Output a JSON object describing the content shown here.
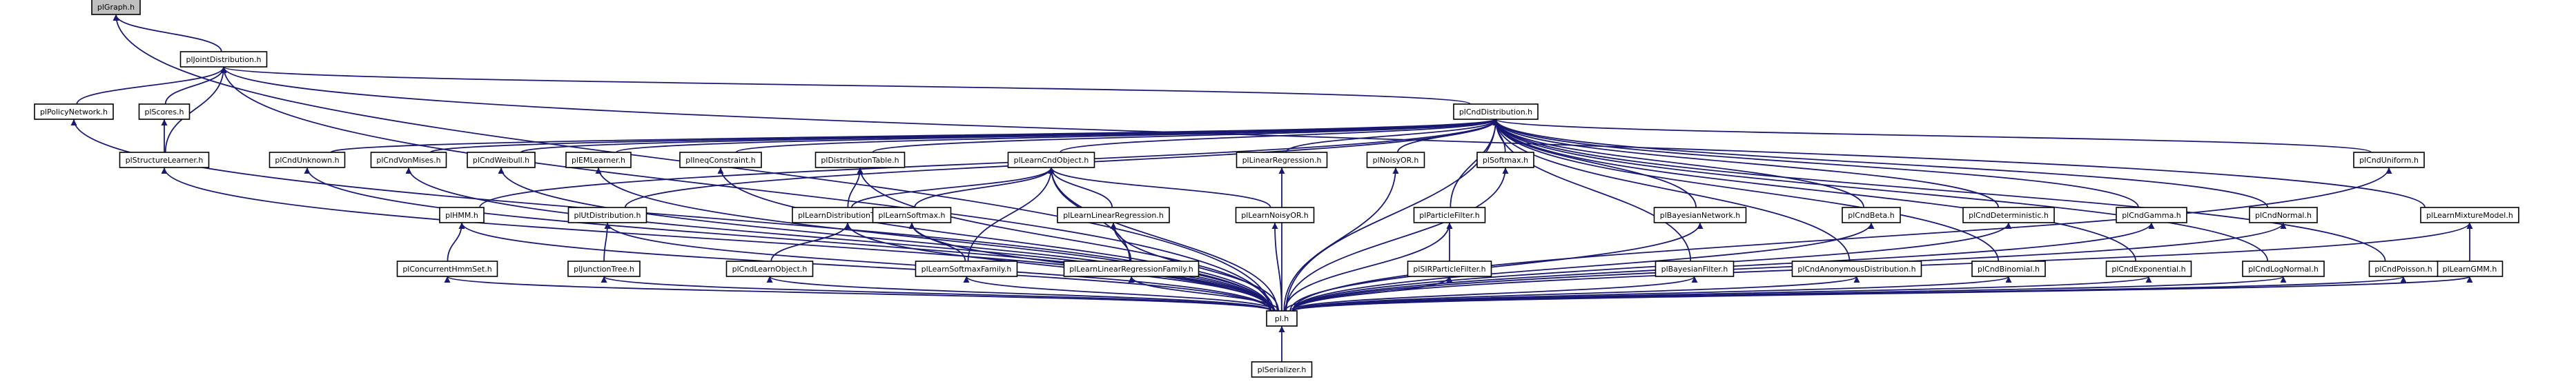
{
  "graph": {
    "nodes": [
      {
        "id": "plGraph",
        "label": "plGraph.h",
        "root": true
      },
      {
        "id": "plJointDistribution",
        "label": "plJointDistribution.h"
      },
      {
        "id": "plPolicyNetwork",
        "label": "plPolicyNetwork.h"
      },
      {
        "id": "plScores",
        "label": "plScores.h"
      },
      {
        "id": "plStructureLearner",
        "label": "plStructureLearner.h"
      },
      {
        "id": "plCndDistribution",
        "label": "plCndDistribution.h"
      },
      {
        "id": "plLearnMixtureModel",
        "label": "plLearnMixtureModel.h"
      },
      {
        "id": "plLearnGMM",
        "label": "plLearnGMM.h"
      },
      {
        "id": "plCndUnknown",
        "label": "plCndUnknown.h"
      },
      {
        "id": "plCndVonMises",
        "label": "plCndVonMises.h"
      },
      {
        "id": "plCndWeibull",
        "label": "plCndWeibull.h"
      },
      {
        "id": "plEMLearner",
        "label": "plEMLearner.h"
      },
      {
        "id": "plIneqConstraint",
        "label": "plIneqConstraint.h"
      },
      {
        "id": "plDistributionTable",
        "label": "plDistributionTable.h"
      },
      {
        "id": "plLearnCndObject",
        "label": "plLearnCndObject.h"
      },
      {
        "id": "plLinearRegression",
        "label": "plLinearRegression.h"
      },
      {
        "id": "plNoisyOR",
        "label": "plNoisyOR.h"
      },
      {
        "id": "plSoftmax",
        "label": "plSoftmax.h"
      },
      {
        "id": "plCndUniform",
        "label": "plCndUniform.h"
      },
      {
        "id": "plHMM",
        "label": "plHMM.h"
      },
      {
        "id": "plUtDistribution",
        "label": "plUtDistribution.h"
      },
      {
        "id": "plLearnDistributionTable",
        "label": "plLearnDistributionTable.h"
      },
      {
        "id": "plLearnSoftmax",
        "label": "plLearnSoftmax.h"
      },
      {
        "id": "plLearnLinearRegression",
        "label": "plLearnLinearRegression.h"
      },
      {
        "id": "plLearnNoisyOR",
        "label": "plLearnNoisyOR.h"
      },
      {
        "id": "plParticleFilter",
        "label": "plParticleFilter.h"
      },
      {
        "id": "plBayesianNetwork",
        "label": "plBayesianNetwork.h"
      },
      {
        "id": "plCndBeta",
        "label": "plCndBeta.h"
      },
      {
        "id": "plCndDeterministic",
        "label": "plCndDeterministic.h"
      },
      {
        "id": "plCndGamma",
        "label": "plCndGamma.h"
      },
      {
        "id": "plCndNormal",
        "label": "plCndNormal.h"
      },
      {
        "id": "plConcurrentHmmSet",
        "label": "plConcurrentHmmSet.h"
      },
      {
        "id": "plJunctionTree",
        "label": "plJunctionTree.h"
      },
      {
        "id": "plCndLearnObject",
        "label": "plCndLearnObject.h"
      },
      {
        "id": "plLearnSoftmaxFamily",
        "label": "plLearnSoftmaxFamily.h"
      },
      {
        "id": "plLearnLinearRegressionFamily",
        "label": "plLearnLinearRegressionFamily.h"
      },
      {
        "id": "plSIRParticleFilter",
        "label": "plSIRParticleFilter.h"
      },
      {
        "id": "plBayesianFilter",
        "label": "plBayesianFilter.h"
      },
      {
        "id": "plCndAnonymousDistribution",
        "label": "plCndAnonymousDistribution.h"
      },
      {
        "id": "plCndBinomial",
        "label": "plCndBinomial.h"
      },
      {
        "id": "plCndExponential",
        "label": "plCndExponential.h"
      },
      {
        "id": "plCndLogNormal",
        "label": "plCndLogNormal.h"
      },
      {
        "id": "plCndPoisson",
        "label": "plCndPoisson.h"
      },
      {
        "id": "pl",
        "label": "pl.h"
      },
      {
        "id": "plSerializer",
        "label": "plSerializer.h"
      }
    ],
    "edges": [
      [
        "plGraph",
        "plJointDistribution"
      ],
      [
        "plGraph",
        "pl"
      ],
      [
        "plJointDistribution",
        "plPolicyNetwork"
      ],
      [
        "plJointDistribution",
        "plScores"
      ],
      [
        "plJointDistribution",
        "plStructureLearner"
      ],
      [
        "plJointDistribution",
        "plCndDistribution"
      ],
      [
        "plJointDistribution",
        "plLearnMixtureModel"
      ],
      [
        "plJointDistribution",
        "pl"
      ],
      [
        "plScores",
        "plStructureLearner"
      ],
      [
        "plPolicyNetwork",
        "pl"
      ],
      [
        "plStructureLearner",
        "pl"
      ],
      [
        "plCndDistribution",
        "plCndUnknown"
      ],
      [
        "plCndDistribution",
        "plCndVonMises"
      ],
      [
        "plCndDistribution",
        "plCndWeibull"
      ],
      [
        "plCndDistribution",
        "plEMLearner"
      ],
      [
        "plCndDistribution",
        "plIneqConstraint"
      ],
      [
        "plCndDistribution",
        "plDistributionTable"
      ],
      [
        "plCndDistribution",
        "plLearnCndObject"
      ],
      [
        "plCndDistribution",
        "plLinearRegression"
      ],
      [
        "plCndDistribution",
        "plNoisyOR"
      ],
      [
        "plCndDistribution",
        "plSoftmax"
      ],
      [
        "plCndDistribution",
        "plCndUniform"
      ],
      [
        "plCndDistribution",
        "plHMM"
      ],
      [
        "plCndDistribution",
        "plUtDistribution"
      ],
      [
        "plCndDistribution",
        "plParticleFilter"
      ],
      [
        "plCndDistribution",
        "plBayesianNetwork"
      ],
      [
        "plCndDistribution",
        "plCndBeta"
      ],
      [
        "plCndDistribution",
        "plCndDeterministic"
      ],
      [
        "plCndDistribution",
        "plCndGamma"
      ],
      [
        "plCndDistribution",
        "plCndNormal"
      ],
      [
        "plCndDistribution",
        "plBayesianFilter"
      ],
      [
        "plCndDistribution",
        "plCndAnonymousDistribution"
      ],
      [
        "plCndDistribution",
        "plCndBinomial"
      ],
      [
        "plCndDistribution",
        "plCndExponential"
      ],
      [
        "plCndDistribution",
        "plCndLogNormal"
      ],
      [
        "plCndDistribution",
        "plCndPoisson"
      ],
      [
        "plCndDistribution",
        "pl"
      ],
      [
        "plLearnMixtureModel",
        "plLearnGMM"
      ],
      [
        "plLearnMixtureModel",
        "pl"
      ],
      [
        "plLearnGMM",
        "pl"
      ],
      [
        "plCndUnknown",
        "pl"
      ],
      [
        "plCndVonMises",
        "pl"
      ],
      [
        "plCndWeibull",
        "pl"
      ],
      [
        "plEMLearner",
        "pl"
      ],
      [
        "plIneqConstraint",
        "pl"
      ],
      [
        "plDistributionTable",
        "plLearnDistributionTable"
      ],
      [
        "plDistributionTable",
        "pl"
      ],
      [
        "plLearnCndObject",
        "plLearnDistributionTable"
      ],
      [
        "plLearnCndObject",
        "plLearnSoftmax"
      ],
      [
        "plLearnCndObject",
        "plLearnLinearRegression"
      ],
      [
        "plLearnCndObject",
        "plLearnNoisyOR"
      ],
      [
        "plLearnCndObject",
        "plLearnSoftmaxFamily"
      ],
      [
        "plLearnCndObject",
        "plLearnLinearRegressionFamily"
      ],
      [
        "plLearnCndObject",
        "pl"
      ],
      [
        "plLinearRegression",
        "pl"
      ],
      [
        "plNoisyOR",
        "pl"
      ],
      [
        "plSoftmax",
        "pl"
      ],
      [
        "plCndUniform",
        "pl"
      ],
      [
        "plHMM",
        "plConcurrentHmmSet"
      ],
      [
        "plHMM",
        "pl"
      ],
      [
        "plUtDistribution",
        "plJunctionTree"
      ],
      [
        "plUtDistribution",
        "pl"
      ],
      [
        "plLearnDistributionTable",
        "plCndLearnObject"
      ],
      [
        "plLearnDistributionTable",
        "pl"
      ],
      [
        "plLearnSoftmax",
        "plLearnSoftmaxFamily"
      ],
      [
        "plLearnSoftmax",
        "pl"
      ],
      [
        "plLearnLinearRegression",
        "plLearnLinearRegressionFamily"
      ],
      [
        "plLearnLinearRegression",
        "pl"
      ],
      [
        "plLearnNoisyOR",
        "pl"
      ],
      [
        "plParticleFilter",
        "plSIRParticleFilter"
      ],
      [
        "plParticleFilter",
        "pl"
      ],
      [
        "plBayesianNetwork",
        "pl"
      ],
      [
        "plCndBeta",
        "pl"
      ],
      [
        "plCndDeterministic",
        "pl"
      ],
      [
        "plCndGamma",
        "pl"
      ],
      [
        "plCndNormal",
        "pl"
      ],
      [
        "plConcurrentHmmSet",
        "pl"
      ],
      [
        "plJunctionTree",
        "pl"
      ],
      [
        "plCndLearnObject",
        "pl"
      ],
      [
        "plLearnSoftmaxFamily",
        "pl"
      ],
      [
        "plLearnLinearRegressionFamily",
        "pl"
      ],
      [
        "plSIRParticleFilter",
        "pl"
      ],
      [
        "plBayesianFilter",
        "pl"
      ],
      [
        "plCndAnonymousDistribution",
        "pl"
      ],
      [
        "plCndBinomial",
        "pl"
      ],
      [
        "plCndExponential",
        "pl"
      ],
      [
        "plCndLogNormal",
        "pl"
      ],
      [
        "plCndPoisson",
        "pl"
      ],
      [
        "pl",
        "plSerializer"
      ]
    ]
  }
}
